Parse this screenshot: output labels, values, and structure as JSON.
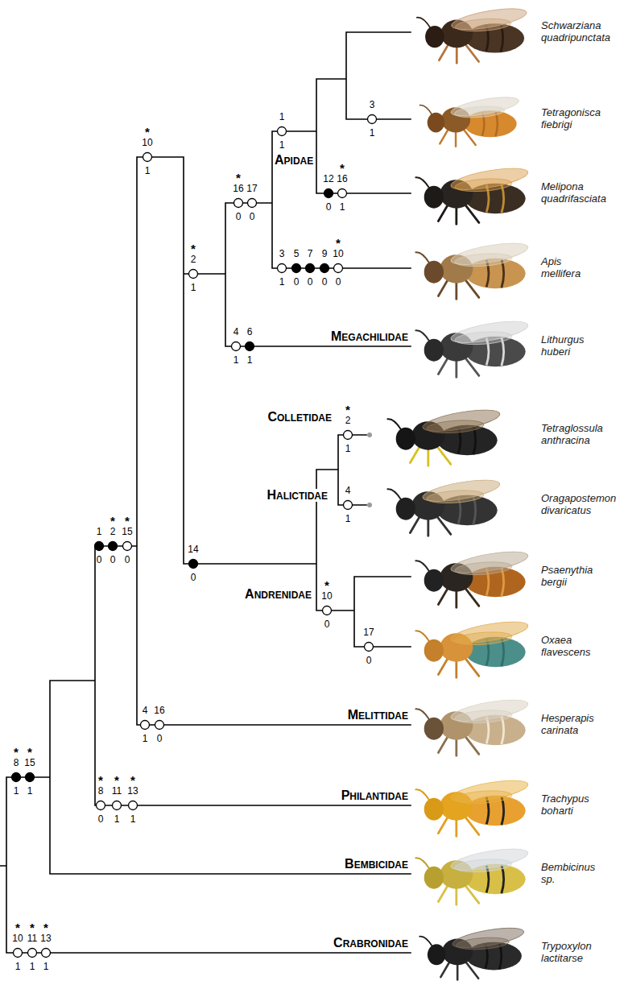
{
  "diagram": {
    "labels": [
      "Schwarziana quadripunctata",
      "Tetragonisca fiebrigi",
      "Melipona quadrifasciata",
      "Apis mellifera",
      "Lithurgus huberi",
      "Tetraglossula anthracina",
      "Oragapostemon divaricatus",
      "Psaenythia bergii",
      "Oxaea flavescens",
      "Hesperapis carinata",
      "Trachypus boharti",
      "Bembicinus sp.",
      "Trypoxylon lactitarse",
      "APIDAE",
      "MEGACHILIDAE",
      "COLLETIDAE",
      "HALICTIDAE",
      "ANDRENIDAE",
      "MELITTIDAE",
      "PHILANTIDAE",
      "BEMBICIDAE",
      "CRABRONIDAE",
      "3",
      "1",
      "1",
      "1",
      "*",
      "10",
      "1",
      "12",
      "0",
      "*",
      "16",
      "1",
      "*",
      "16",
      "0",
      "17",
      "0",
      "3",
      "1",
      "5",
      "0",
      "7",
      "0",
      "9",
      "0",
      "*",
      "10",
      "0",
      "*",
      "2",
      "1",
      "4",
      "1",
      "6",
      "1",
      "*",
      "2",
      "1",
      "4",
      "1",
      "1",
      "0",
      "*",
      "2",
      "0",
      "*",
      "15",
      "0",
      "14",
      "0",
      "*",
      "10",
      "0",
      "17",
      "0",
      "4",
      "1",
      "16",
      "0",
      "*",
      "8",
      "1",
      "*",
      "15",
      "1",
      "*",
      "8",
      "0",
      "*",
      "11",
      "1",
      "*",
      "13",
      "1",
      "*",
      "10",
      "1",
      "*",
      "11",
      "1",
      "*",
      "13",
      "1"
    ]
  }
}
